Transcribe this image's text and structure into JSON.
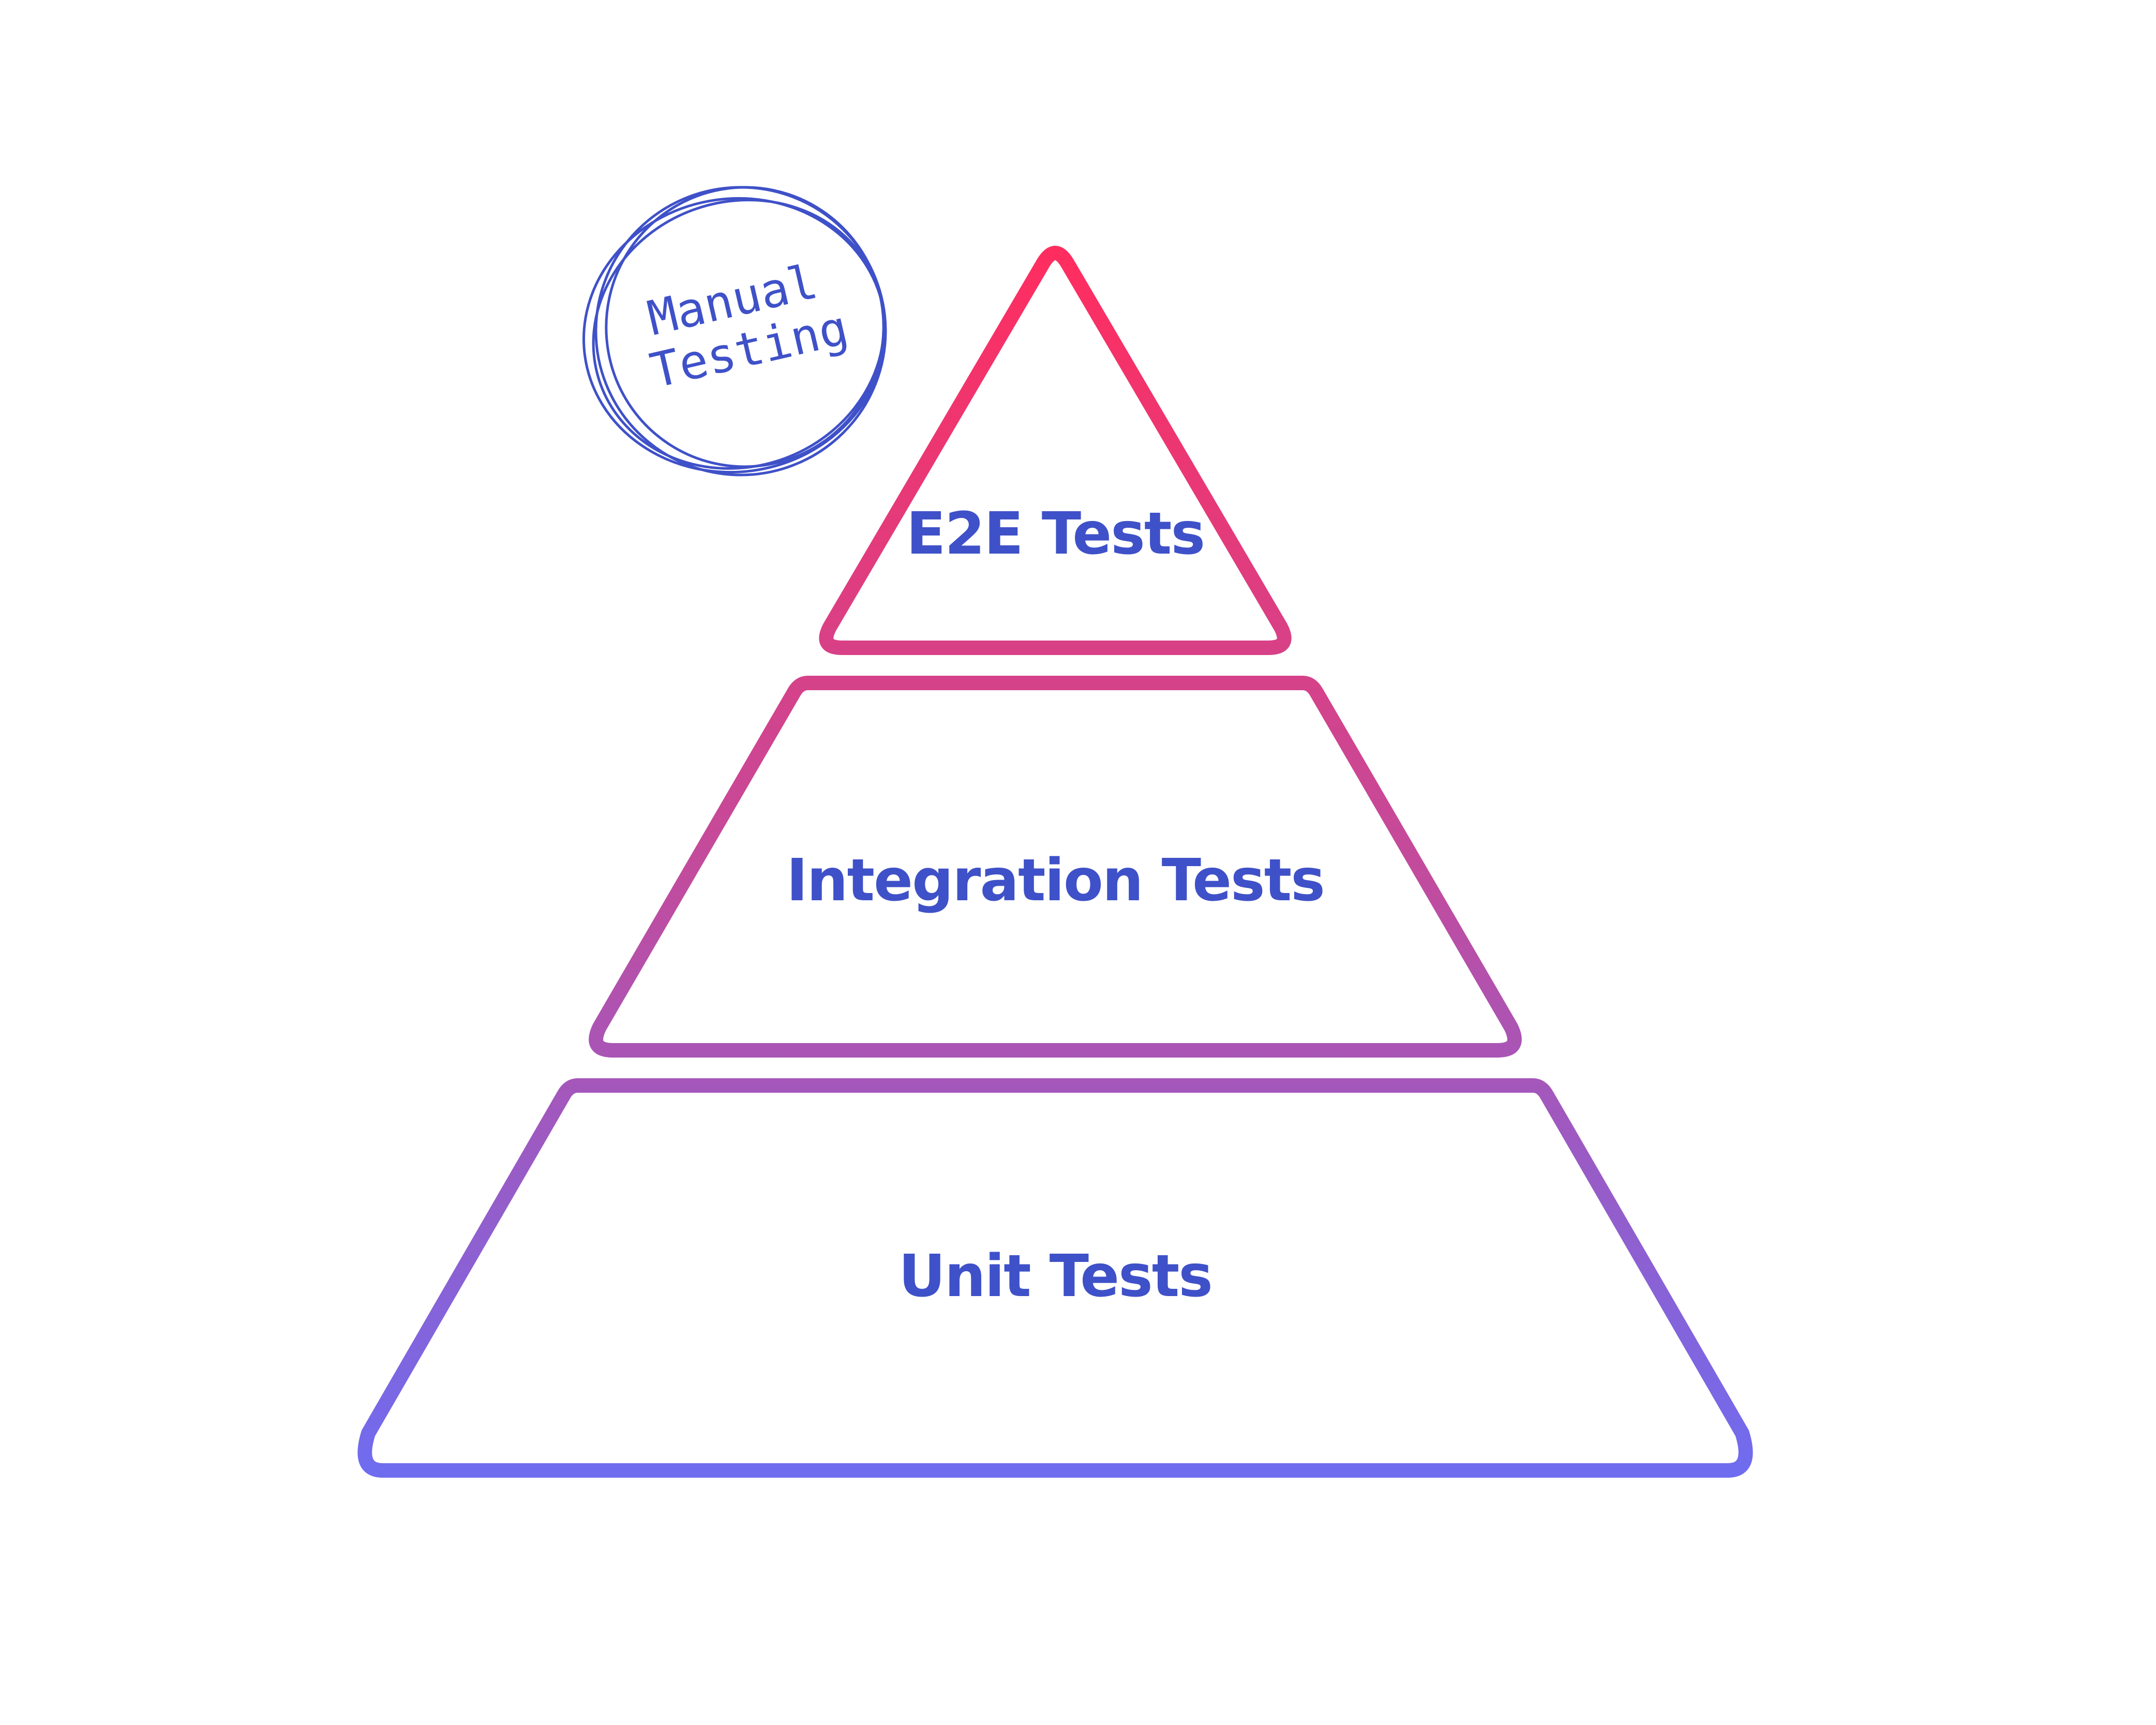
{
  "pyramid": {
    "tiers": [
      {
        "id": "e2e",
        "label": "E2E Tests"
      },
      {
        "id": "integration",
        "label": "Integration Tests"
      },
      {
        "id": "unit",
        "label": "Unit Tests"
      }
    ],
    "label_color": "#3F51C8",
    "gradient": {
      "top": "#FF2D5F",
      "middle": "#C34B9C",
      "bottom": "#6F6CF0"
    }
  },
  "note": {
    "line1": "Manual",
    "line2": "Testing",
    "color": "#3F51C8"
  }
}
